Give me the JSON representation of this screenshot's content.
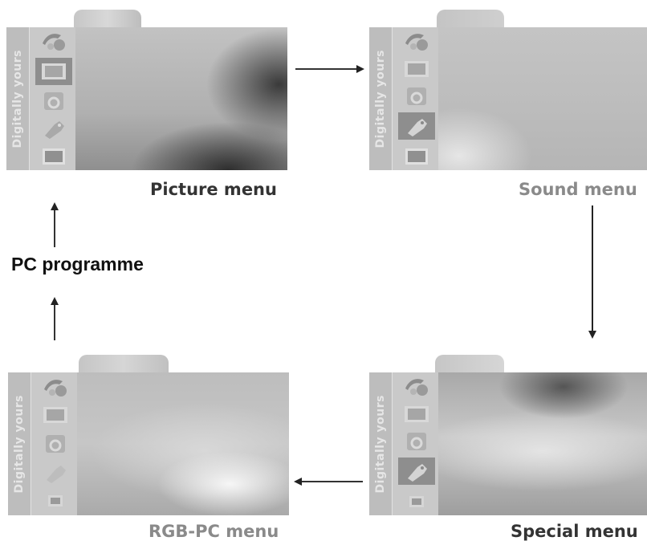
{
  "brand_text": "Digitally yours",
  "menus": {
    "picture": {
      "caption": "Picture menu",
      "selected_icon": "picture"
    },
    "sound": {
      "caption": "Sound menu",
      "selected_icon": "special"
    },
    "special": {
      "caption": "Special menu",
      "selected_icon": "special"
    },
    "rgbpc": {
      "caption": "RGB-PC menu",
      "selected_icon": "none"
    }
  },
  "pc_programme": "PC programme",
  "icons": [
    "station-icon",
    "picture-icon",
    "sound-icon",
    "special-icon",
    "screen-icon"
  ]
}
